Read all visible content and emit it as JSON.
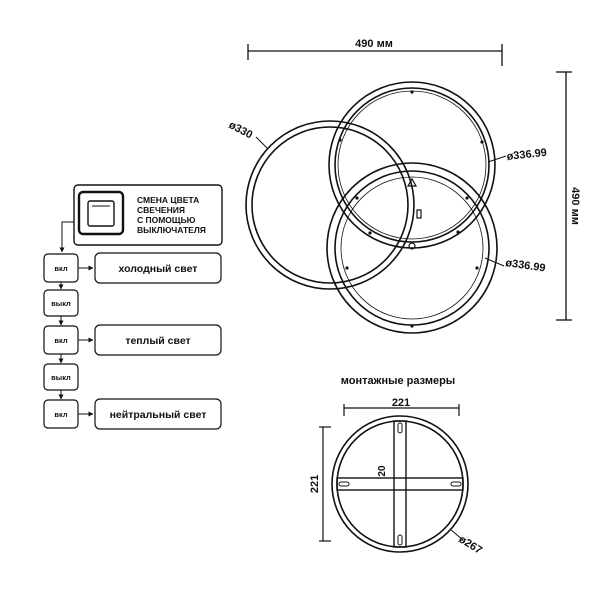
{
  "top_view": {
    "width_label": "490 мм",
    "height_label": "490 мм",
    "ring_left_diameter": "ø330",
    "ring_top_diameter": "ø336.99",
    "ring_bottom_diameter": "ø336.99"
  },
  "switch_panel": {
    "caption_lines": [
      "СМЕНА ЦВЕТА",
      "СВЕЧЕНИЯ",
      "С ПОМОЩЬЮ",
      "ВЫКЛЮЧАТЕЛЯ"
    ],
    "steps": [
      {
        "state": "вкл",
        "result": "холодный свет"
      },
      {
        "state": "выкл",
        "result": ""
      },
      {
        "state": "вкл",
        "result": "теплый свет"
      },
      {
        "state": "выкл",
        "result": ""
      },
      {
        "state": "вкл",
        "result": "нейтральный свет"
      }
    ]
  },
  "mounting": {
    "title": "монтажные размеры",
    "width_label": "221",
    "height_label": "221",
    "slot_label": "20",
    "diameter_label": "ø267"
  }
}
